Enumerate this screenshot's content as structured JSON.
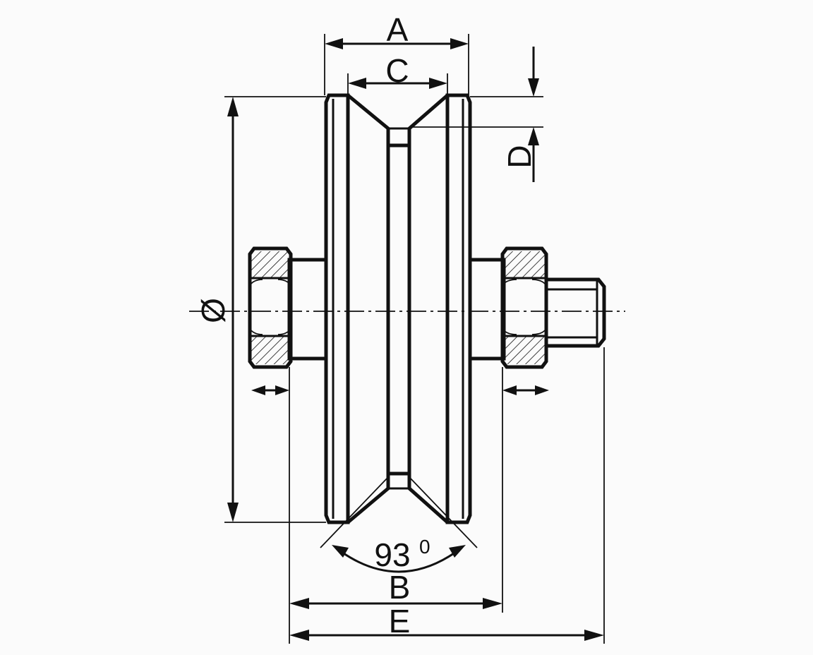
{
  "labels": {
    "overall_width": "A",
    "groove_top_width": "C",
    "groove_depth": "D",
    "diameter": "Ø",
    "groove_angle": "93",
    "groove_angle_unit": "0",
    "between_nuts": "B",
    "overall_length": "E"
  }
}
